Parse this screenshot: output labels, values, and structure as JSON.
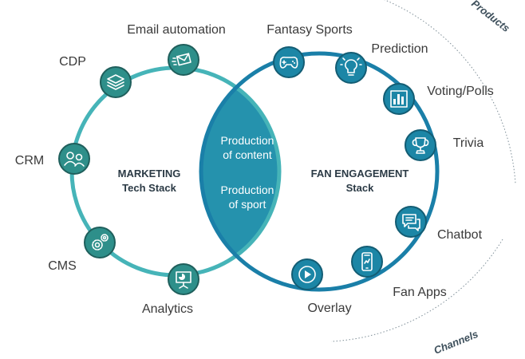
{
  "colors": {
    "marketing_ring": "#46b4b8",
    "fan_ring": "#1a7fa8",
    "overlap": "#2592ad",
    "marketing_badge": "#2e8f8a",
    "fan_badge": "#1c86a6",
    "outer_dots": "#7f8f98"
  },
  "marketing": {
    "title_line1": "MARKETING",
    "title_line2": "Tech Stack",
    "items": [
      {
        "label": "Email automation",
        "icon": "envelope-icon"
      },
      {
        "label": "CDP",
        "icon": "layers-icon"
      },
      {
        "label": "CRM",
        "icon": "users-icon"
      },
      {
        "label": "CMS",
        "icon": "gears-icon"
      },
      {
        "label": "Analytics",
        "icon": "presentation-chart-icon"
      }
    ]
  },
  "fan_engagement": {
    "title_line1": "FAN ENGAGEMENT",
    "title_line2": "Stack",
    "items": [
      {
        "label": "Fantasy Sports",
        "icon": "gamepad-icon"
      },
      {
        "label": "Prediction",
        "icon": "lightbulb-icon"
      },
      {
        "label": "Voting/Polls",
        "icon": "bar-chart-icon"
      },
      {
        "label": "Trivia",
        "icon": "trophy-icon"
      },
      {
        "label": "Chatbot",
        "icon": "chat-icon"
      },
      {
        "label": "Fan Apps",
        "icon": "phone-icon"
      },
      {
        "label": "Overlay",
        "icon": "play-icon"
      }
    ]
  },
  "overlap": {
    "line1": "Production",
    "line2": "of content",
    "line3": "Production",
    "line4": "of sport"
  },
  "outer_arcs": {
    "top_label": "Products",
    "bottom_label": "Channels"
  }
}
